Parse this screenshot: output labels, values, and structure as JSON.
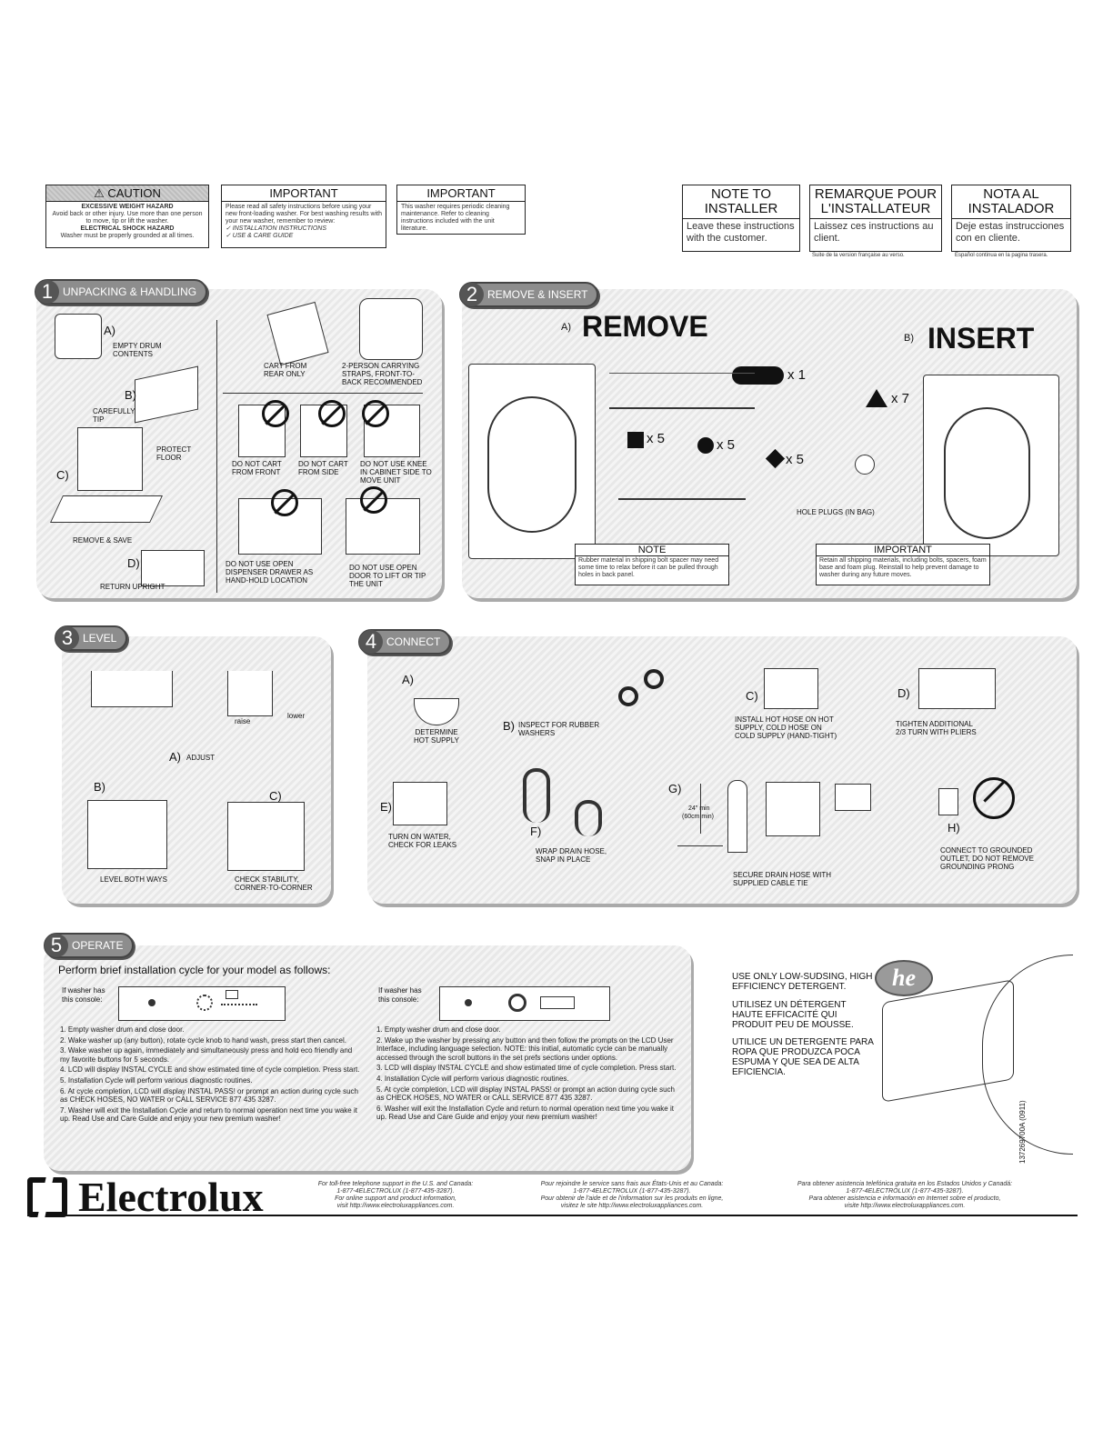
{
  "top": {
    "caution": {
      "title": "⚠ CAUTION",
      "line1": "EXCESSIVE WEIGHT HAZARD",
      "line2": "Avoid back or other injury. Use more than one person to move, tip or lift the washer.",
      "line3": "ELECTRICAL SHOCK HAZARD",
      "line4": "Washer must be properly grounded at all times."
    },
    "important1": {
      "title": "IMPORTANT",
      "body": "Please read all safety instructions before using your new front-loading washer. For best washing results with your new washer, remember to review:",
      "item1": "✓ INSTALLATION INSTRUCTIONS",
      "item2": "✓ USE & CARE GUIDE"
    },
    "important2": {
      "title": "IMPORTANT",
      "body": "This washer requires periodic cleaning maintenance. Refer to cleaning instructions included with the unit literature."
    },
    "note_en": {
      "title1": "NOTE TO",
      "title2": "INSTALLER",
      "body": "Leave these instructions with the customer."
    },
    "note_fr": {
      "title1": "REMARQUE POUR",
      "title2": "L'INSTALLATEUR",
      "body": "Laissez ces instructions au client.",
      "caption": "Suite de la version française au verso."
    },
    "note_es": {
      "title1": "NOTA AL",
      "title2": "INSTALADOR",
      "body": "Deje estas instrucciones con en cliente.",
      "caption": "Español continua en la pagina trasera."
    }
  },
  "s1": {
    "num": "1",
    "title": "UNPACKING & HANDLING",
    "a": "A)",
    "a_text": "EMPTY DRUM CONTENTS",
    "b": "B)",
    "b_text": "CAREFULLY TIP",
    "c": "C)",
    "c_text": "PROTECT FLOOR",
    "remove_save": "REMOVE & SAVE",
    "d": "D)",
    "d_text": "RETURN UPRIGHT",
    "cart_rear": "CART FROM REAR ONLY",
    "straps": "2-PERSON CARRYING STRAPS, FRONT-TO-BACK RECOMMENDED",
    "no_front": "DO NOT CART FROM FRONT",
    "no_side": "DO NOT CART FROM SIDE",
    "no_knee": "DO NOT USE KNEE IN CABINET SIDE TO MOVE UNIT",
    "no_drawer": "DO NOT USE OPEN DISPENSER DRAWER AS HAND-HOLD LOCATION",
    "no_door": "DO NOT USE OPEN DOOR TO LIFT OR TIP THE UNIT"
  },
  "s2": {
    "num": "2",
    "title": "REMOVE & INSERT",
    "a": "A)",
    "remove": "REMOVE",
    "b": "B)",
    "insert": "INSERT",
    "x1": "x 1",
    "x5a": "x 5",
    "x5b": "x 5",
    "x5c": "x 5",
    "x7": "x 7",
    "hole_plugs": "HOLE PLUGS (IN BAG)",
    "note_title": "NOTE",
    "note_body": "Rubber material in shipping bolt spacer may need some time to relax before it can be pulled through holes in back panel.",
    "imp_title": "IMPORTANT",
    "imp_body": "Retain all shipping materials, including bolts, spacers, foam base and foam plug. Reinstall to help prevent damage to washer during any future moves."
  },
  "s3": {
    "num": "3",
    "title": "LEVEL",
    "raise": "raise",
    "lower": "lower",
    "a": "A)",
    "adjust": "ADJUST",
    "b": "B)",
    "b_text": "LEVEL BOTH WAYS",
    "c": "C)",
    "c_text": "CHECK STABILITY, CORNER-TO-CORNER"
  },
  "s4": {
    "num": "4",
    "title": "CONNECT",
    "a": "A)",
    "a_text": "DETERMINE HOT SUPPLY",
    "b": "B)",
    "b_text": "INSPECT FOR RUBBER WASHERS",
    "c": "C)",
    "c_text": "INSTALL HOT HOSE ON HOT SUPPLY, COLD HOSE ON COLD SUPPLY (HAND-TIGHT)",
    "d": "D)",
    "d_text": "TIGHTEN ADDITIONAL 2/3 TURN WITH PLIERS",
    "e": "E)",
    "e_text": "TURN ON WATER, CHECK FOR LEAKS",
    "f": "F)",
    "f_text": "WRAP DRAIN HOSE, SNAP IN PLACE",
    "g": "G)",
    "g_text1": "24\" min",
    "g_text2": "(60cm min)",
    "g_secure": "SECURE DRAIN HOSE WITH SUPPLIED CABLE TIE",
    "h": "H)",
    "h_text": "CONNECT TO GROUNDED OUTLET, DO NOT REMOVE GROUNDING PRONG"
  },
  "s5": {
    "num": "5",
    "title": "OPERATE",
    "heading": "Perform brief installation cycle for your model as follows:",
    "if1": "If washer has this console:",
    "if2": "If washer has this console:",
    "left_steps": [
      "1. Empty washer drum and close door.",
      "2. Wake washer up (any button), rotate cycle knob to hand wash, press start then cancel.",
      "3. Wake washer up again, immediately and simultaneously press and hold eco friendly and my favorite buttons for 5 seconds.",
      "4. LCD will display INSTAL CYCLE and show estimated time of cycle completion. Press start.",
      "5. Installation Cycle will perform various diagnostic routines.",
      "6. At cycle completion, LCD will display INSTAL PASS! or prompt an action during cycle such as CHECK HOSES, NO WATER or CALL SERVICE 877 435 3287.",
      "7. Washer will exit the Installation Cycle and return to normal operation next time you wake it up. Read Use and Care Guide and enjoy your new premium washer!"
    ],
    "right_steps": [
      "1. Empty washer drum and close door.",
      "2. Wake up the washer by pressing any button and then follow the prompts on the LCD User Interface, including language selection. NOTE: this initial, automatic cycle can be manually accessed through the scroll buttons in the set prefs sections under options.",
      "3. LCD will display INSTAL CYCLE and show estimated time of cycle completion. Press start.",
      "4. Installation Cycle will perform various diagnostic routines.",
      "5. At cycle completion, LCD will display INSTAL PASS! or prompt an action during cycle such as CHECK HOSES, NO WATER or CALL SERVICE 877 435 3287.",
      "6. Washer will exit the Installation Cycle and return to normal operation next time you wake it up. Read Use and Care Guide and enjoy your new premium washer!"
    ]
  },
  "he": {
    "logo": "he",
    "en": "USE ONLY LOW-SUDSING, HIGH EFFICIENCY DETERGENT.",
    "fr": "UTILISEZ UN DÉTERGENT HAUTE EFFICACITÉ QUI PRODUIT PEU DE MOUSSE.",
    "es": "UTILICE UN DETERGENTE PARA ROPA QUE PRODUZCA POCA ESPUMA Y QUE SEA DE ALTA EFICIENCIA."
  },
  "footer": {
    "brand": "Electrolux",
    "en1": "For toll-free telephone support in the U.S. and Canada:",
    "en2": "1-877-4ELECTROLUX (1-877-435-3287).",
    "en3": "For online support and product information,",
    "en4": "visit http://www.electroluxappliances.com.",
    "fr1": "Pour rejoindre le service sans frais aux États-Unis et au Canada:",
    "fr2": "1-877-4ELECTROLUX (1-877-435-3287).",
    "fr3": "Pour obtenir de l'aide et de l'information sur les produits en ligne,",
    "fr4": "visitez le site http://www.electroluxappliances.com.",
    "es1": "Para obtener asistencia telefónica gratuita en los Estados Unidos y Canadá:",
    "es2": "1-877-4ELECTROLUX (1-877-435-3287).",
    "es3": "Para obtener asistencia e información en Internet sobre el producto,",
    "es4": "visite http://www.electroluxappliances.com.",
    "part": "137269700A (0911)"
  }
}
